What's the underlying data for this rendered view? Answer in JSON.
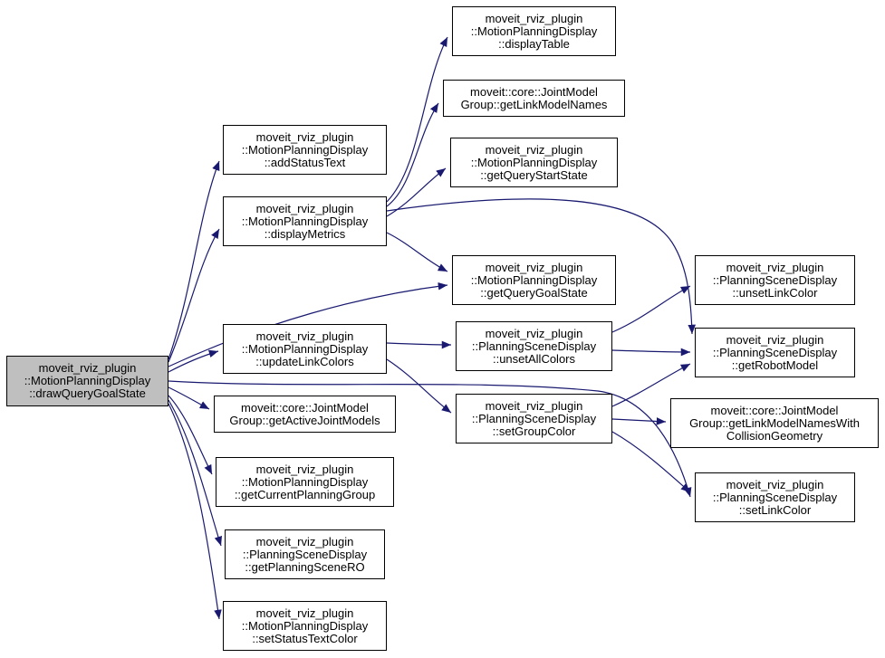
{
  "diagram": {
    "type": "call-graph",
    "colors": {
      "background": "#ffffff",
      "edge": "#191970",
      "node_border": "#000000",
      "node_fill": "#ffffff",
      "root_fill": "#bfbfbf",
      "text": "#000000"
    },
    "nodes": [
      {
        "id": "drawQueryGoalState",
        "root": true,
        "lines": [
          "moveit_rviz_plugin",
          "::MotionPlanningDisplay",
          "::drawQueryGoalState"
        ]
      },
      {
        "id": "addStatusText",
        "lines": [
          "moveit_rviz_plugin",
          "::MotionPlanningDisplay",
          "::addStatusText"
        ]
      },
      {
        "id": "displayMetrics",
        "lines": [
          "moveit_rviz_plugin",
          "::MotionPlanningDisplay",
          "::displayMetrics"
        ]
      },
      {
        "id": "updateLinkColors",
        "lines": [
          "moveit_rviz_plugin",
          "::MotionPlanningDisplay",
          "::updateLinkColors"
        ]
      },
      {
        "id": "getActiveJointModels",
        "lines": [
          "moveit::core::JointModel",
          "Group::getActiveJointModels"
        ]
      },
      {
        "id": "getCurrentPlanningGroup",
        "lines": [
          "moveit_rviz_plugin",
          "::MotionPlanningDisplay",
          "::getCurrentPlanningGroup"
        ]
      },
      {
        "id": "getPlanningSceneRO",
        "lines": [
          "moveit_rviz_plugin",
          "::PlanningSceneDisplay",
          "::getPlanningSceneRO"
        ]
      },
      {
        "id": "setStatusTextColor",
        "lines": [
          "moveit_rviz_plugin",
          "::MotionPlanningDisplay",
          "::setStatusTextColor"
        ]
      },
      {
        "id": "displayTable",
        "lines": [
          "moveit_rviz_plugin",
          "::MotionPlanningDisplay",
          "::displayTable"
        ]
      },
      {
        "id": "getLinkModelNames",
        "lines": [
          "moveit::core::JointModel",
          "Group::getLinkModelNames"
        ]
      },
      {
        "id": "getQueryStartState",
        "lines": [
          "moveit_rviz_plugin",
          "::MotionPlanningDisplay",
          "::getQueryStartState"
        ]
      },
      {
        "id": "getQueryGoalState",
        "lines": [
          "moveit_rviz_plugin",
          "::MotionPlanningDisplay",
          "::getQueryGoalState"
        ]
      },
      {
        "id": "unsetAllColors",
        "lines": [
          "moveit_rviz_plugin",
          "::PlanningSceneDisplay",
          "::unsetAllColors"
        ]
      },
      {
        "id": "setGroupColor",
        "lines": [
          "moveit_rviz_plugin",
          "::PlanningSceneDisplay",
          "::setGroupColor"
        ]
      },
      {
        "id": "unsetLinkColor",
        "lines": [
          "moveit_rviz_plugin",
          "::PlanningSceneDisplay",
          "::unsetLinkColor"
        ]
      },
      {
        "id": "getRobotModel",
        "lines": [
          "moveit_rviz_plugin",
          "::PlanningSceneDisplay",
          "::getRobotModel"
        ]
      },
      {
        "id": "getLinkModelNamesWithCollisionGeometry",
        "lines": [
          "moveit::core::JointModel",
          "Group::getLinkModelNamesWith",
          "CollisionGeometry"
        ]
      },
      {
        "id": "setLinkColor",
        "lines": [
          "moveit_rviz_plugin",
          "::PlanningSceneDisplay",
          "::setLinkColor"
        ]
      }
    ],
    "edges": [
      {
        "from": "drawQueryGoalState",
        "to": "addStatusText"
      },
      {
        "from": "drawQueryGoalState",
        "to": "displayMetrics"
      },
      {
        "from": "drawQueryGoalState",
        "to": "getQueryGoalState"
      },
      {
        "from": "drawQueryGoalState",
        "to": "updateLinkColors"
      },
      {
        "from": "drawQueryGoalState",
        "to": "getActiveJointModels"
      },
      {
        "from": "drawQueryGoalState",
        "to": "getCurrentPlanningGroup"
      },
      {
        "from": "drawQueryGoalState",
        "to": "getPlanningSceneRO"
      },
      {
        "from": "drawQueryGoalState",
        "to": "setStatusTextColor"
      },
      {
        "from": "drawQueryGoalState",
        "to": "setLinkColor"
      },
      {
        "from": "displayMetrics",
        "to": "displayTable"
      },
      {
        "from": "displayMetrics",
        "to": "getLinkModelNames"
      },
      {
        "from": "displayMetrics",
        "to": "getQueryStartState"
      },
      {
        "from": "displayMetrics",
        "to": "getQueryGoalState"
      },
      {
        "from": "displayMetrics",
        "to": "getRobotModel"
      },
      {
        "from": "updateLinkColors",
        "to": "unsetAllColors"
      },
      {
        "from": "updateLinkColors",
        "to": "setGroupColor"
      },
      {
        "from": "unsetAllColors",
        "to": "unsetLinkColor"
      },
      {
        "from": "unsetAllColors",
        "to": "getRobotModel"
      },
      {
        "from": "setGroupColor",
        "to": "getRobotModel"
      },
      {
        "from": "setGroupColor",
        "to": "getLinkModelNamesWithCollisionGeometry"
      },
      {
        "from": "setGroupColor",
        "to": "setLinkColor"
      }
    ]
  }
}
